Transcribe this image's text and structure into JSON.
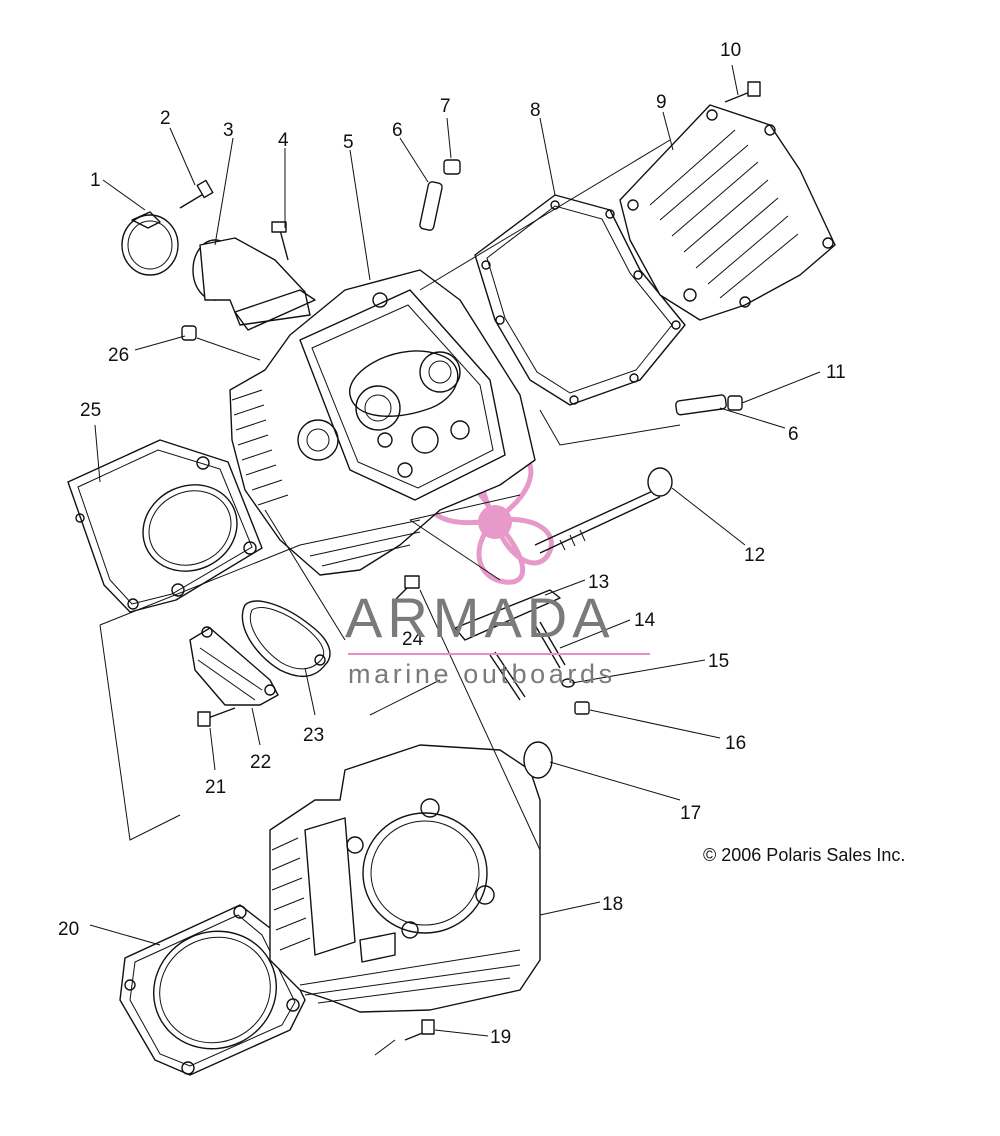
{
  "diagram": {
    "copyright": "© 2006 Polaris Sales Inc.",
    "watermark": {
      "brand": "ARMADA",
      "tagline": "marine outboards",
      "logo_icon": "propeller-logo-icon",
      "accent_color": "#e58fc4",
      "text_color": "#7a7a7a"
    },
    "callouts": [
      {
        "id": "c1",
        "label": "1"
      },
      {
        "id": "c2",
        "label": "2"
      },
      {
        "id": "c3",
        "label": "3"
      },
      {
        "id": "c4",
        "label": "4"
      },
      {
        "id": "c5",
        "label": "5"
      },
      {
        "id": "c6a",
        "label": "6"
      },
      {
        "id": "c7",
        "label": "7"
      },
      {
        "id": "c8",
        "label": "8"
      },
      {
        "id": "c9",
        "label": "9"
      },
      {
        "id": "c10",
        "label": "10"
      },
      {
        "id": "c11",
        "label": "11"
      },
      {
        "id": "c6b",
        "label": "6"
      },
      {
        "id": "c12",
        "label": "12"
      },
      {
        "id": "c13",
        "label": "13"
      },
      {
        "id": "c14",
        "label": "14"
      },
      {
        "id": "c15",
        "label": "15"
      },
      {
        "id": "c16",
        "label": "16"
      },
      {
        "id": "c17",
        "label": "17"
      },
      {
        "id": "c18",
        "label": "18"
      },
      {
        "id": "c19",
        "label": "19"
      },
      {
        "id": "c20",
        "label": "20"
      },
      {
        "id": "c21",
        "label": "21"
      },
      {
        "id": "c22",
        "label": "22"
      },
      {
        "id": "c23",
        "label": "23"
      },
      {
        "id": "c24",
        "label": "24"
      },
      {
        "id": "c25",
        "label": "25"
      },
      {
        "id": "c26",
        "label": "26"
      }
    ]
  }
}
